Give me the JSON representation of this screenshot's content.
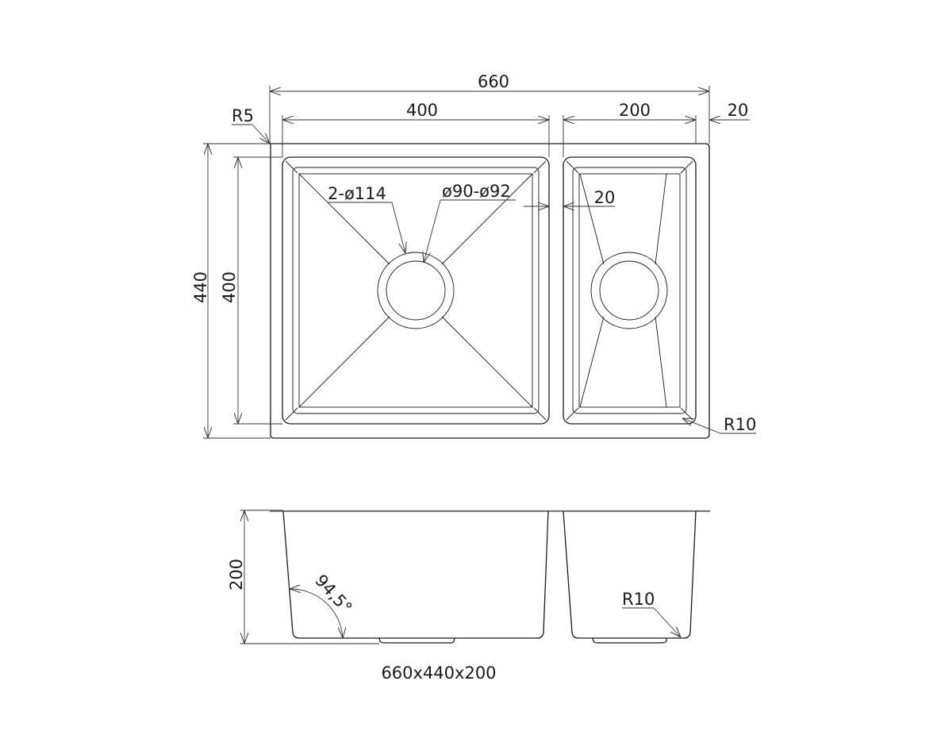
{
  "drawing": {
    "type": "double-bowl undermount sink technical drawing",
    "top_view": {
      "overall_width": "660",
      "main_bowl_width": "400",
      "small_bowl_width": "200",
      "edge_right": "20",
      "divider_gap": "20",
      "overall_depth": "440",
      "bowl_depth": "400",
      "corner_radius_outer": "R5",
      "corner_radius_bowl": "R10",
      "main_drain_label": "2-ø114",
      "drain_hole_label": "ø90-ø92"
    },
    "side_view": {
      "height": "200",
      "wall_angle": "94,5°",
      "bottom_radius": "R10"
    },
    "caption": "660x440x200"
  }
}
